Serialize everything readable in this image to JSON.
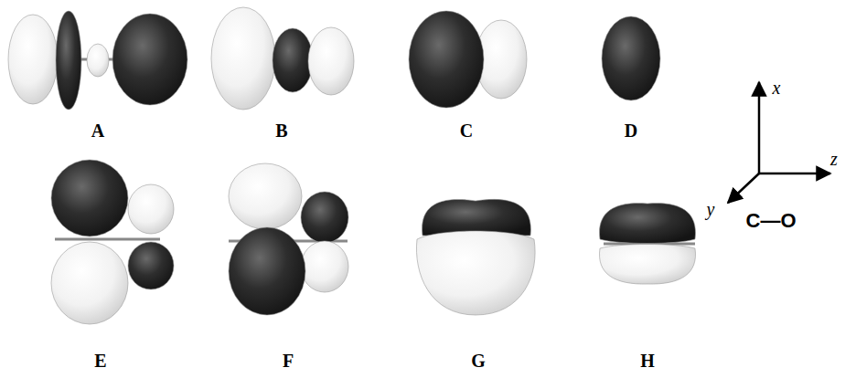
{
  "diagram": {
    "labels": [
      "A",
      "B",
      "C",
      "D",
      "E",
      "F",
      "G",
      "H",
      "x",
      "y",
      "z",
      "C—O"
    ]
  }
}
